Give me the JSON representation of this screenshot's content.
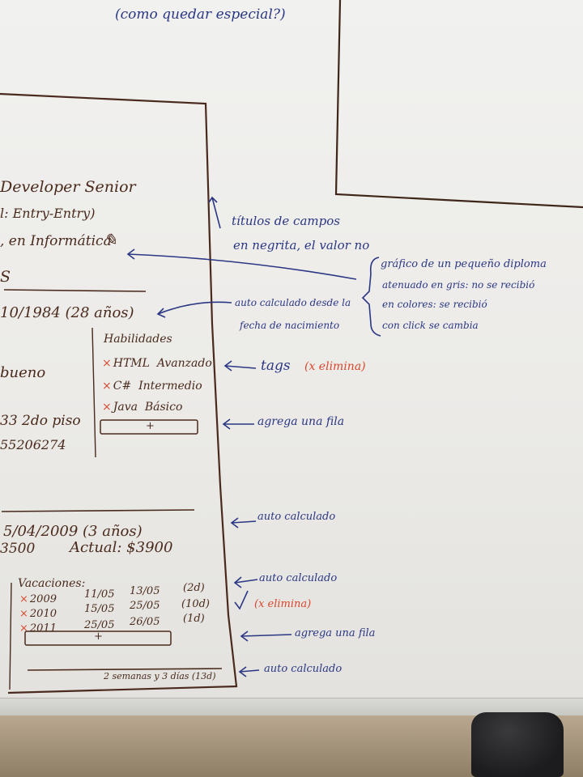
{
  "board": {
    "top_note": "(como quedar especial?)",
    "form": {
      "job_title": "Developer Senior",
      "job_detail": "l: Entry-Entry)",
      "education": ", en Informática",
      "section_letter": "S",
      "birth_date": "10/1984 (28 años)",
      "skills_title": "Habilidades",
      "skills": [
        {
          "name": "HTML",
          "level": "Avanzado"
        },
        {
          "name": "C#",
          "level": "Intermedio"
        },
        {
          "name": "Java",
          "level": "Básico"
        }
      ],
      "skills_add": "+",
      "language": "bueno",
      "address": "33 2do piso",
      "phone": "55206274",
      "start_date": "5/04/2009 (3 años)",
      "salary_start": "3500",
      "salary_current": "Actual: $3900",
      "vacations_title": "Vacaciones:",
      "vacations": [
        {
          "year": "2009",
          "from": "11/05",
          "to": "13/05",
          "days": "(2d)"
        },
        {
          "year": "2010",
          "from": "15/05",
          "to": "25/05",
          "days": "(10d)"
        },
        {
          "year": "2011",
          "from": "25/05",
          "to": "26/05",
          "days": "(1d)"
        }
      ],
      "vacations_add": "+",
      "vacations_total": "2 semanas y 3 días (13d)"
    },
    "notes": {
      "titles": "títulos de campos",
      "titles_2": "en negrita, el valor no",
      "diploma_1": "gráfico de un pequeño diploma",
      "diploma_2": "atenuado en gris: no se recibió",
      "diploma_3": "en colores: se recibió",
      "diploma_4": "con click se cambia",
      "auto_birth_1": "auto calculado desde la",
      "auto_birth_2": "fecha de nacimiento",
      "tags": "tags",
      "tags_delete": "(x elimina)",
      "add_row_1": "agrega una fila",
      "auto_1": "auto calculado",
      "auto_2": "auto calculado",
      "delete": "(x elimina)",
      "add_row_2": "agrega una fila",
      "auto_3": "auto calculado"
    }
  }
}
